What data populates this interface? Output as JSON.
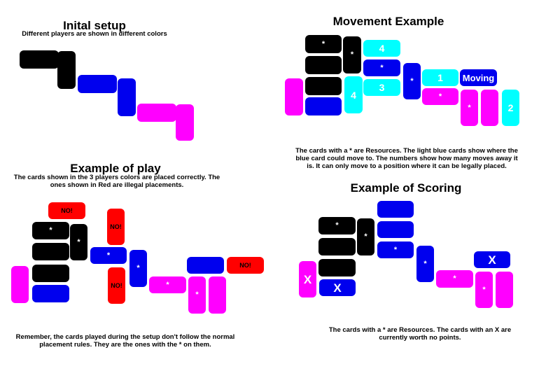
{
  "colors": {
    "player1": "#000000",
    "player2": "#0000ee",
    "player3": "#ff00ff",
    "movement": "#00ffff",
    "illegal": "#ff0000"
  },
  "initial_setup": {
    "title": "Inital setup",
    "subtitle": "Different players are shown in different colors"
  },
  "movement_example": {
    "title": "Movement Example",
    "resource_mark": "*",
    "move_labels": {
      "four_top": "4",
      "three": "3",
      "four_side": "4",
      "one": "1",
      "two": "2",
      "moving": "Moving"
    },
    "caption": "The cards with a * are Resources.  The light blue cards show where the blue card could move to.  The numbers show how many moves away it is.  It can only move to a position where it can be legally placed."
  },
  "example_of_play": {
    "title": "Example of play",
    "subtitle": "The cards shown in the 3 players colors are placed correctly.  The ones shown in Red are illegal placements.",
    "illegal_label": "NO!",
    "resource_mark": "*",
    "caption": "Remember, the cards played during the setup don't follow the normal placement rules. They are the ones with the * on them."
  },
  "example_of_scoring": {
    "title": "Example of Scoring",
    "resource_mark": "*",
    "no_points_mark": "X",
    "caption": "The cards with a * are Resources.  The cards with an X are currently worth no points."
  }
}
